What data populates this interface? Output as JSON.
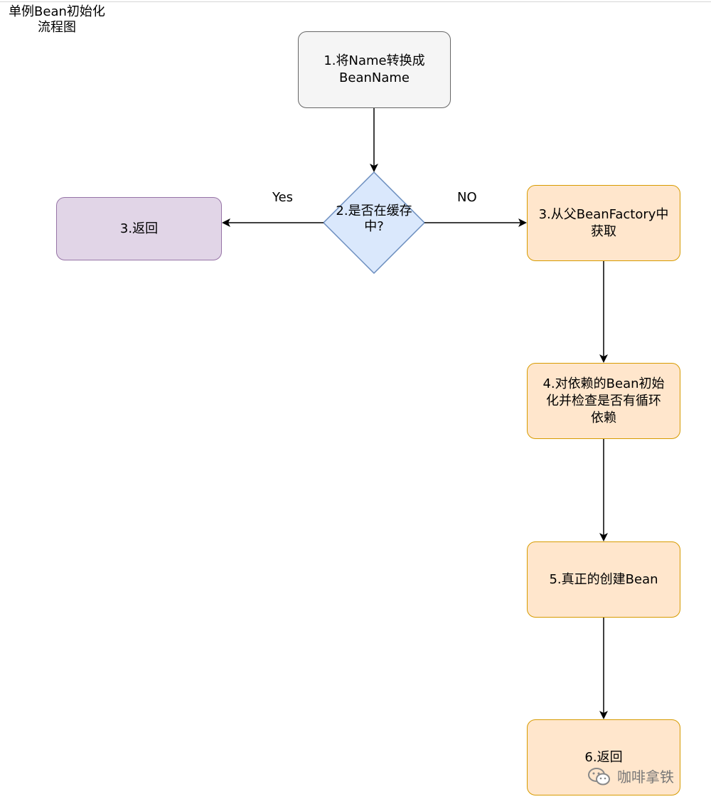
{
  "title": {
    "line1": "单例Bean初始化",
    "line2": "流程图"
  },
  "nodes": {
    "start": {
      "line1": "1.将Name转换成",
      "line2": "BeanName"
    },
    "decision": {
      "line1": "2.是否在缓存",
      "line2": "中?"
    },
    "return_cached": {
      "label": "3.返回"
    },
    "parent_factory": {
      "line1": "3.从父BeanFactory中",
      "line2": "获取"
    },
    "dependencies": {
      "line1": "4.对依赖的Bean初始",
      "line2": "化并检查是否有循环",
      "line3": "依赖"
    },
    "create": {
      "label": "5.真正的创建Bean"
    },
    "return_final": {
      "label": "6.返回"
    }
  },
  "edges": {
    "yes_label": "Yes",
    "no_label": "NO"
  },
  "watermark": {
    "text": "咖啡拿铁",
    "icon": "wechat-icon"
  },
  "colors": {
    "gray_fill": "#f5f5f5",
    "gray_stroke": "#666666",
    "decision_fill": "#dae8fc",
    "decision_stroke": "#6c8ebf",
    "purple_fill": "#e1d5e7",
    "purple_stroke": "#9673a6",
    "orange_fill": "#ffe6cc",
    "orange_stroke": "#d79b00"
  }
}
